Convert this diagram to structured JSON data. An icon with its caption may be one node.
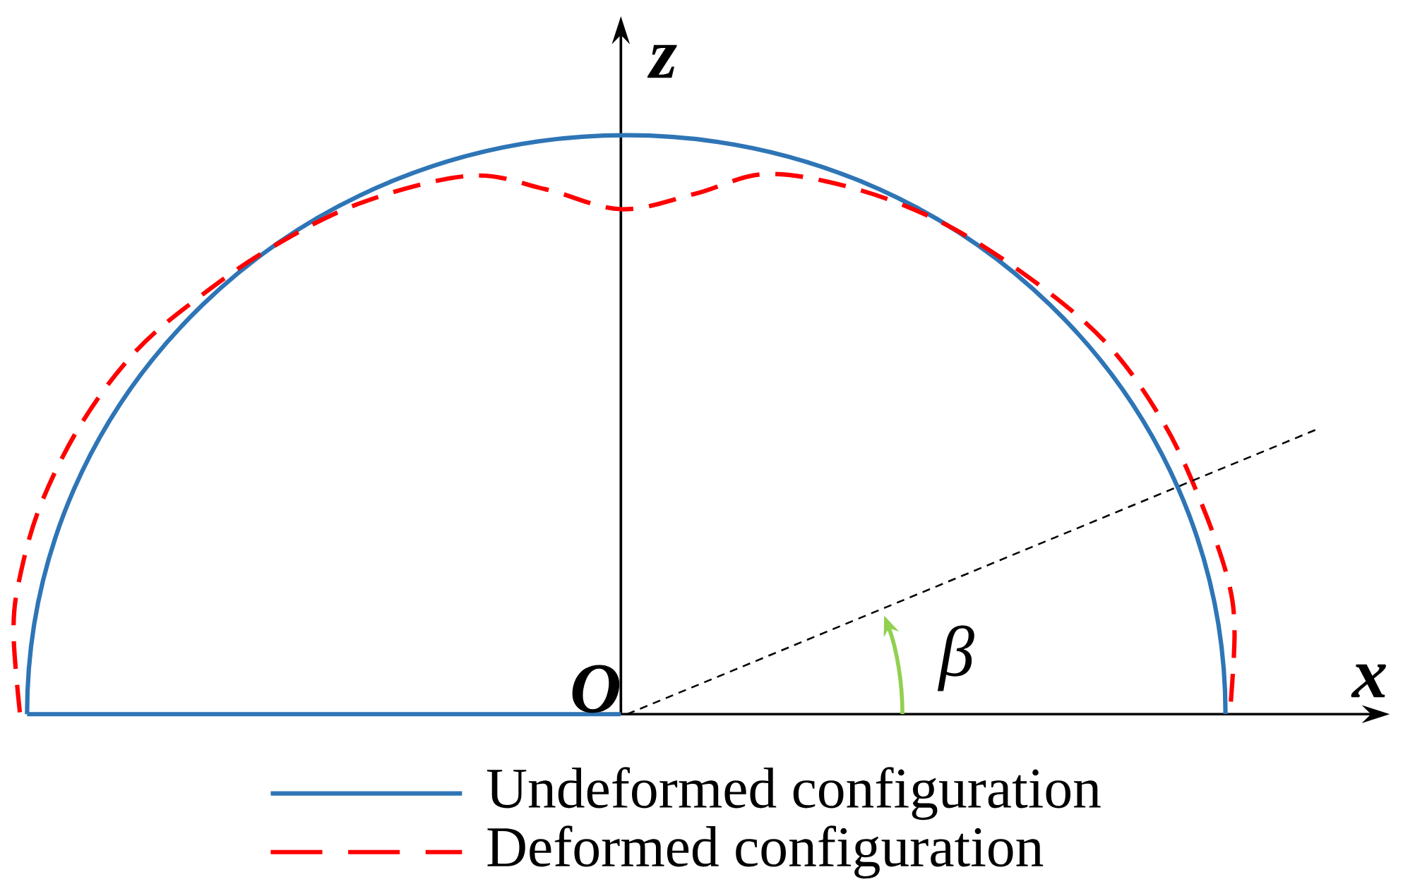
{
  "diagram": {
    "labels": [
      "z",
      "O",
      "β",
      "x"
    ],
    "legend": [
      {
        "text": "Undeformed configuration"
      },
      {
        "text": "Deformed configuration"
      }
    ]
  }
}
